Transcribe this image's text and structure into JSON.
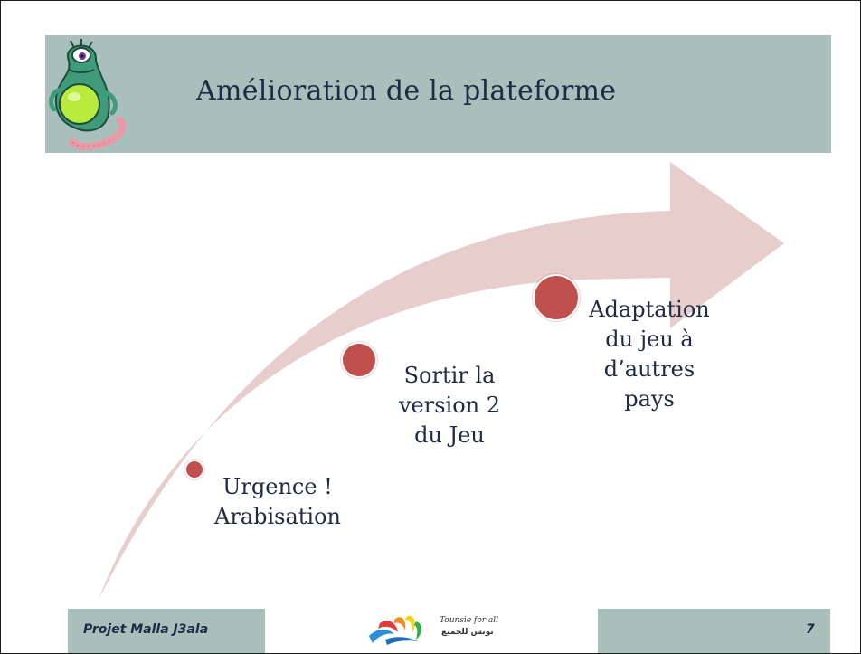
{
  "slide": {
    "title": "Amélioration de la plateforme",
    "steps": [
      {
        "lines": [
          "Urgence !",
          "Arabisation"
        ]
      },
      {
        "lines": [
          "Sortir la",
          "version 2",
          "du Jeu"
        ]
      },
      {
        "lines": [
          "Adaptation",
          "du jeu à",
          "d’autres",
          "pays"
        ]
      }
    ],
    "footer": {
      "project": "Projet Malla J3ala",
      "page_number": "7",
      "logo_line_1": "Tounsie for all",
      "logo_line_2": "تونس للجميع"
    }
  },
  "colors": {
    "header_band": "#a9bfbc",
    "title_text": "#1f2a44",
    "arrow_fill": "#e8cdcd",
    "dot": "#c0504d"
  },
  "icons": [
    "mascot-monster-icon",
    "tounsie-logo-icon"
  ]
}
